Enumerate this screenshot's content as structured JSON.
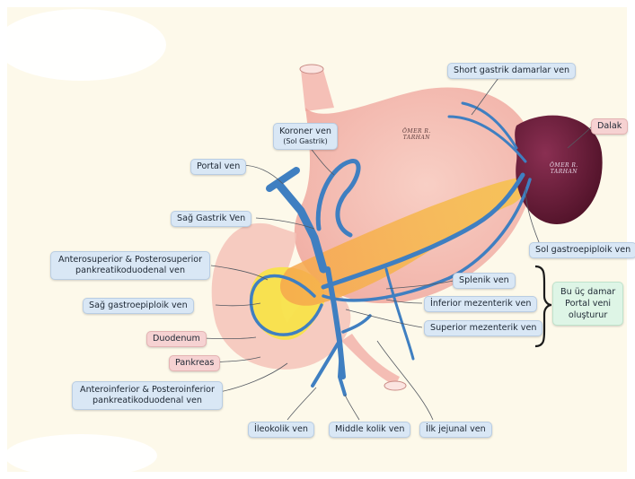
{
  "labels": {
    "short_gastric": "Short gastrik damarlar ven",
    "dalak": "Dalak",
    "koroner": "Koroner ven",
    "sol_gastrik": "(Sol Gastrik)",
    "portal": "Portal ven",
    "sag_gastrik": "Sağ Gastrik Ven",
    "antero_superior_1": "Anterosuperior & Posterosuperior",
    "antero_superior_2": "pankreatikoduodenal ven",
    "sol_gastroepiploik": "Sol gastroepiploik ven",
    "splenik": "Splenik ven",
    "inferior_mezenterik": "İnferior mezenterik ven",
    "superior_mezenterik": "Superior mezenterik ven",
    "sag_gastroepiploik": "Sağ gastroepiploik ven",
    "duodenum": "Duodenum",
    "pankreas": "Pankreas",
    "antero_inferior_1": "Anteroinferior & Posteroinferior",
    "antero_inferior_2": "pankreatikoduodenal ven",
    "ileokolik": "İleokolik ven",
    "middle_kolik": "Middle kolik ven",
    "ilk_jejunal": "İlk jejunal ven",
    "note_line1": "Bu üç damar",
    "note_line2": "Portal veni",
    "note_line3": "oluşturur"
  },
  "watermark": {
    "line1": "ÖMER R.",
    "line2": "TARHAN"
  },
  "colors": {
    "background": "#fdf9ea",
    "stomach": "#f3b6ae",
    "spleen": "#6b1d3a",
    "pancreas": "#f5b74a",
    "duodenum": "#f8e14a",
    "vein": "#3f7fc1",
    "label_blue": "#d9e7f5",
    "label_pink": "#f6d2d2",
    "label_green": "#def5e6"
  }
}
